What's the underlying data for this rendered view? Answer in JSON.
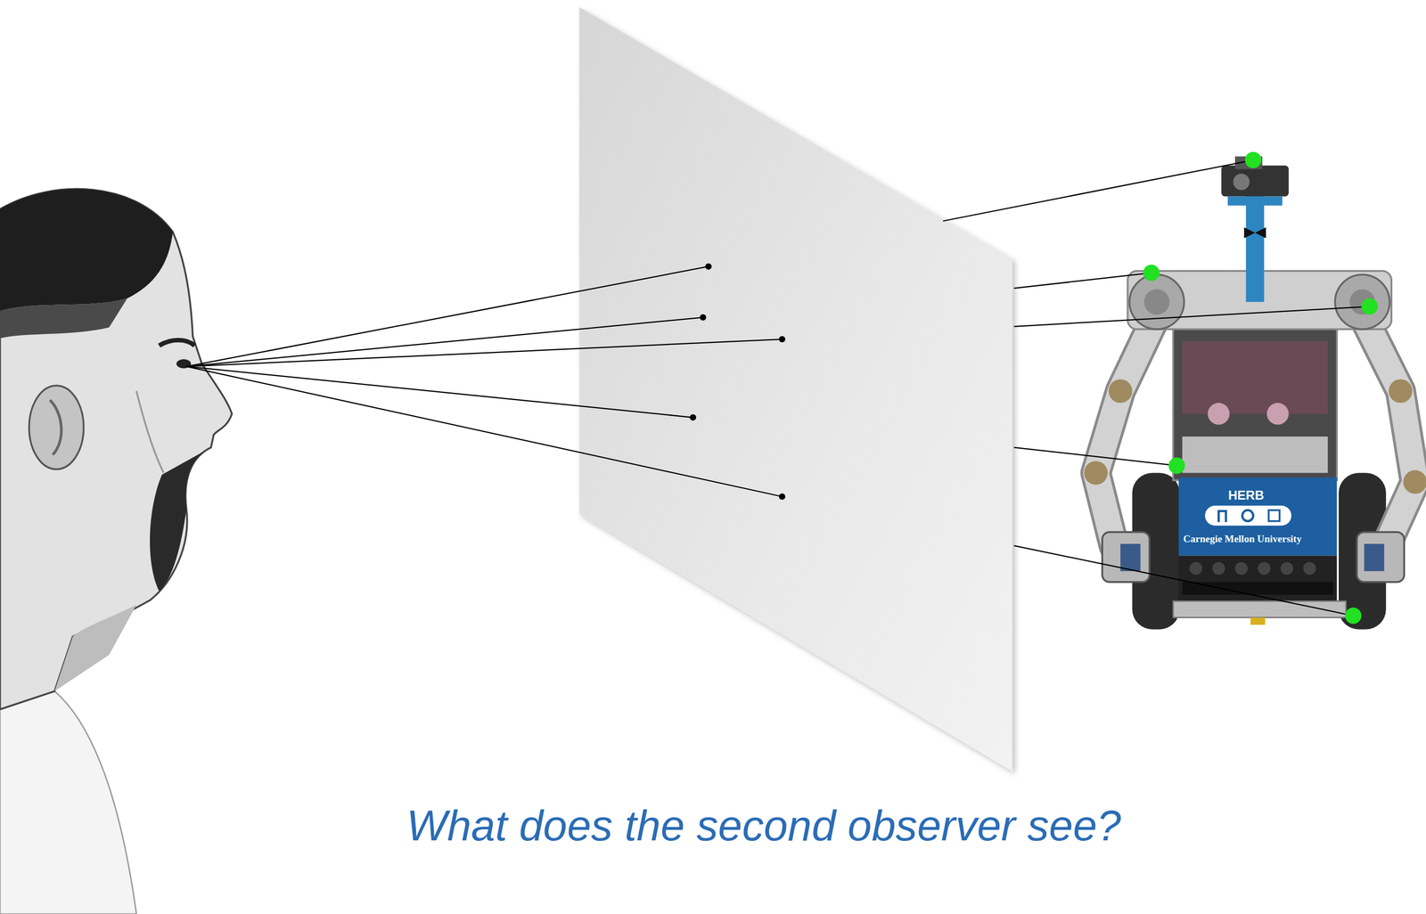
{
  "diagram": {
    "caption": "What does the second observer see?",
    "labels": [
      "HERB",
      "Carnegie Mellon University"
    ]
  }
}
